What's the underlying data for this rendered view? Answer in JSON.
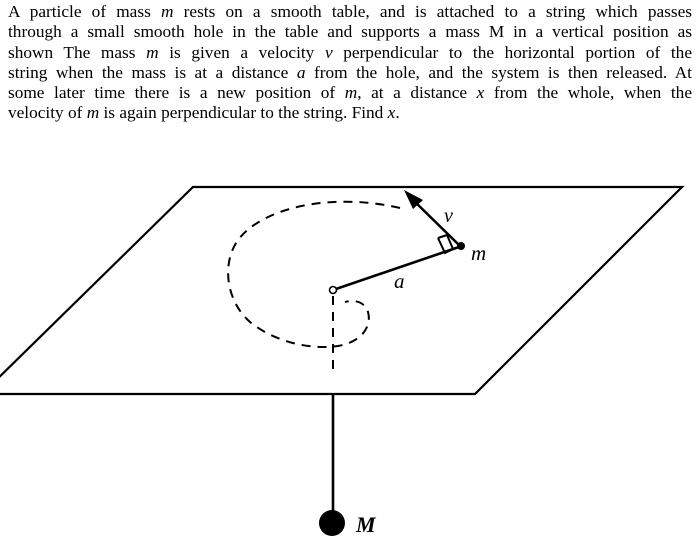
{
  "problem": {
    "lines": [
      [
        "A particle of mass ",
        {
          "i": "m"
        },
        " rests on a smooth table, and is attached to a string which passes"
      ],
      [
        "through a small smooth hole in the table and supports a mass M in a vertical position as"
      ],
      [
        "shown The mass ",
        {
          "i": "m"
        },
        " is given a velocity ",
        {
          "i": "v"
        },
        " perpendicular to the horizontal  portion of the"
      ],
      [
        "string when the mass is at a distance ",
        {
          "i": "a"
        },
        " from the hole, and the system is then released. At"
      ],
      [
        "some later time there is a new position of ",
        {
          "i": "m"
        },
        ", at a distance ",
        {
          "i": "x"
        },
        " from the whole, when the"
      ],
      [
        "velocity  of ",
        {
          "i": "m"
        },
        " is again perpendicular to the string. Find ",
        {
          "i": "x"
        },
        "."
      ]
    ]
  },
  "figure": {
    "label_v": "v",
    "label_m": "m",
    "label_a": "a",
    "label_M": "M"
  }
}
